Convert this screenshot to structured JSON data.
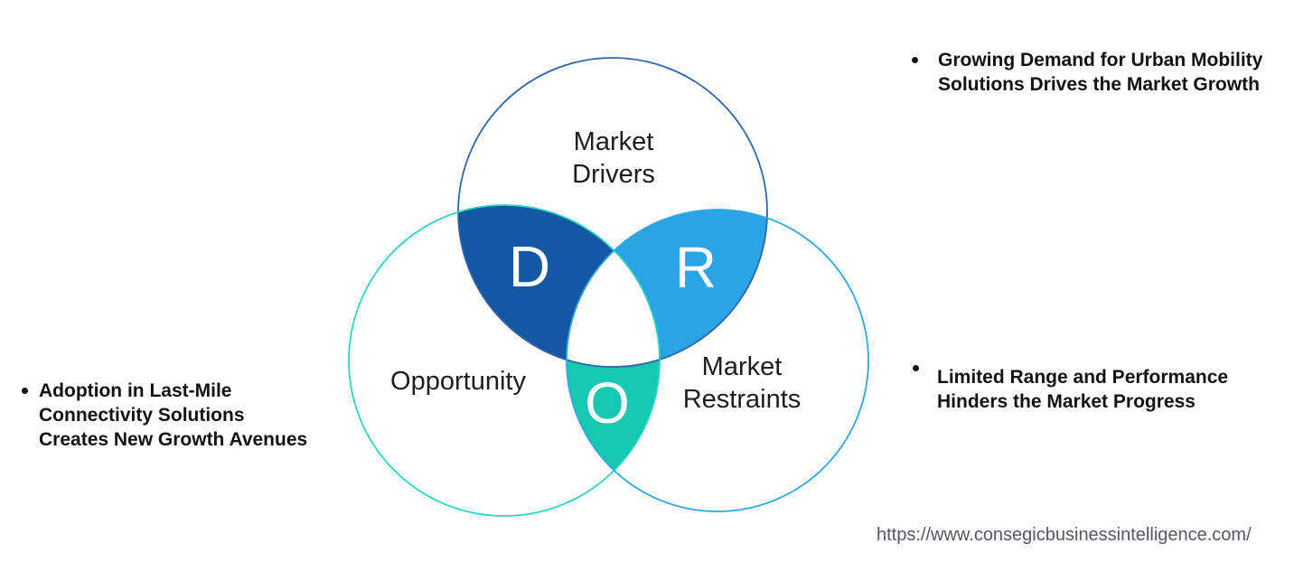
{
  "venn": {
    "drivers": {
      "label_lines": [
        "Market",
        "Drivers"
      ],
      "letter": "D",
      "lens_color": "#1457a3",
      "border_color": "#2f65ab"
    },
    "restraints": {
      "label_lines": [
        "Market",
        "Restraints"
      ],
      "letter": "R",
      "lens_color": "#2aa4e4",
      "border_color": "#2ea7e6"
    },
    "opportunity": {
      "label_lines": [
        "Opportunity"
      ],
      "letter": "O",
      "lens_color": "#14c8b2",
      "border_color": "#2bd5c2"
    }
  },
  "bullets": {
    "drivers": {
      "lines": [
        "Growing Demand for Urban Mobility",
        "Solutions Drives the Market Growth"
      ]
    },
    "opportunity": {
      "lines": [
        "Adoption in Last-Mile",
        "Connectivity Solutions",
        "Creates New Growth Avenues"
      ]
    },
    "restraints": {
      "lines": [
        "Limited Range and Performance",
        "Hinders the Market Progress"
      ]
    }
  },
  "footer": {
    "url": "https://www.consegicbusinessintelligence.com/"
  },
  "colors": {
    "label_text": "#1d1d1d",
    "bullet_text": "#121212",
    "letter_text": "#ffffff",
    "url_text": "#55585e",
    "background": "#ffffff"
  }
}
